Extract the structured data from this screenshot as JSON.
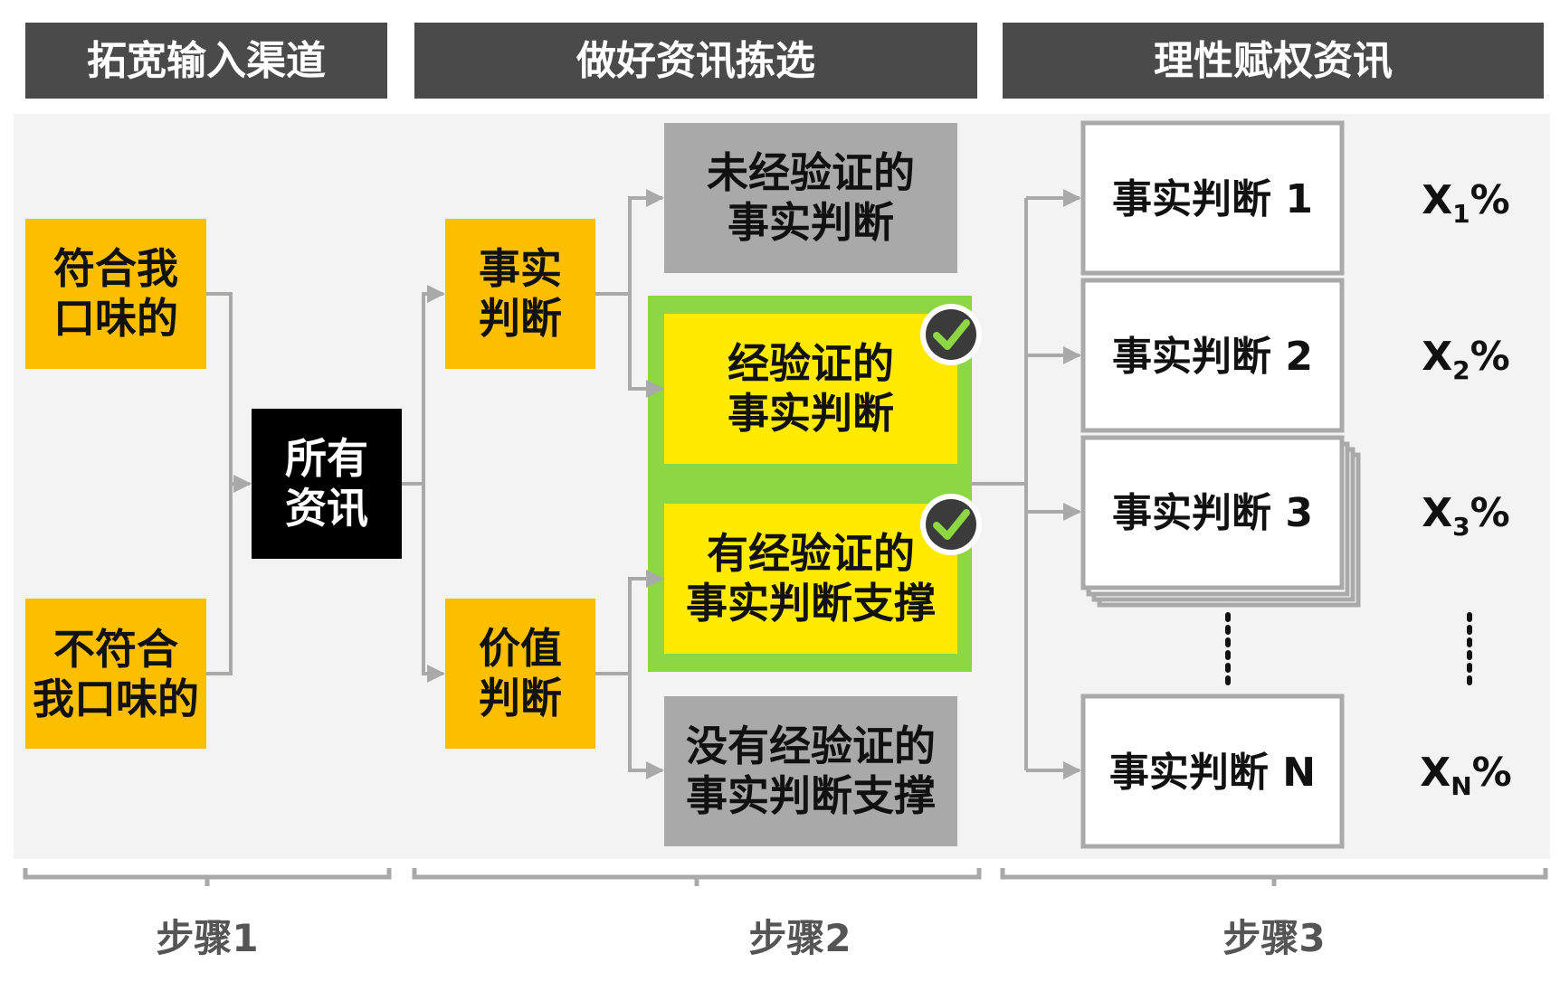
{
  "headers": [
    {
      "label": "拓宽输入渠道"
    },
    {
      "label": "做好资讯拣选"
    },
    {
      "label": "理性赋权资讯"
    }
  ],
  "step1": {
    "taste_match": [
      "符合我",
      "口味的"
    ],
    "taste_mismatch": [
      "不符合",
      "我口味的"
    ],
    "all_info": [
      "所有",
      "资讯"
    ]
  },
  "step2": {
    "fact_judgment": [
      "事实",
      "判断"
    ],
    "value_judgment": [
      "价值",
      "判断"
    ],
    "unverified_fact": [
      "未经验证的",
      "事实判断"
    ],
    "verified_fact": [
      "经验证的",
      "事实判断"
    ],
    "verified_support": [
      "有经验证的",
      "事实判断支撑"
    ],
    "no_verified_support": [
      "没有经验证的",
      "事实判断支撑"
    ]
  },
  "step3": {
    "facts": [
      {
        "label": "事实判断 1",
        "weight": "X",
        "sub": "1",
        "unit": "%"
      },
      {
        "label": "事实判断 2",
        "weight": "X",
        "sub": "2",
        "unit": "%"
      },
      {
        "label": "事实判断 3",
        "weight": "X",
        "sub": "3",
        "unit": "%"
      },
      {
        "label": "事实判断 N",
        "weight": "X",
        "sub": "N",
        "unit": "%"
      }
    ]
  },
  "steps": [
    {
      "label": "步骤1"
    },
    {
      "label": "步骤2"
    },
    {
      "label": "步骤3"
    }
  ],
  "colors": {
    "header_bg": "#4a4a4a",
    "panel_bg": "#f3f3f3",
    "orange": "#fbbf00",
    "black": "#000000",
    "gray_box": "#a9a9a9",
    "yellow": "#ffea00",
    "green": "#8cd742",
    "connector": "#a9a9a9",
    "check_dark": "#3b3b3b",
    "check_mark": "#8cd742"
  },
  "icons": [
    "checkmark-icon",
    "vertical-dots-icon"
  ]
}
